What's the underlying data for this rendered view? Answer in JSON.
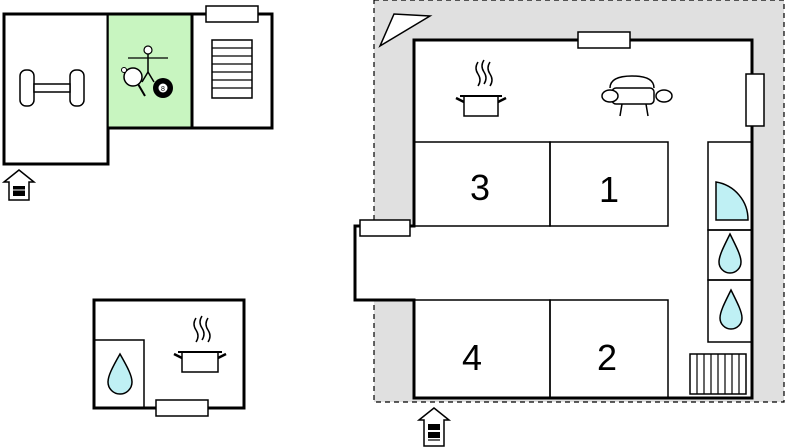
{
  "floorplan": {
    "rooms": [
      {
        "id": "bedroom-3",
        "label": "3"
      },
      {
        "id": "bedroom-1",
        "label": "1"
      },
      {
        "id": "bedroom-4",
        "label": "4"
      },
      {
        "id": "bedroom-2",
        "label": "2"
      }
    ],
    "icons": {
      "gym": "dumbbell-icon",
      "games": "table-football-icon",
      "pingpong": "ping-pong-icon",
      "billiard": "billiard-ball-icon",
      "billiard_ball_label": "8",
      "stairs": "stairs-icon",
      "entrance": "entrance-arrow-icon",
      "kitchen": "cooking-pot-icon",
      "living": "sofa-icon",
      "bathroom": "water-drop-icon",
      "shower": "shower-icon",
      "radiator": "radiator-icon",
      "window": "window-icon",
      "terrace": "terrace-area"
    },
    "colors": {
      "games_room": "#c8f5c0",
      "terrace": "#e0e0e0",
      "water": "#bff0f4"
    }
  }
}
